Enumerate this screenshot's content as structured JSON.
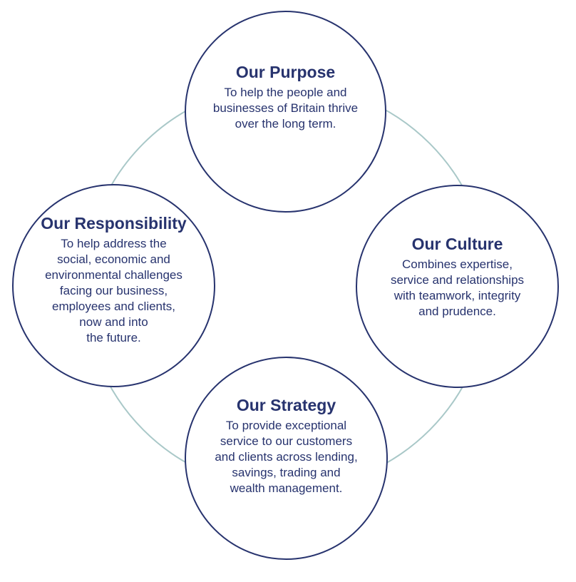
{
  "colors": {
    "navy": "#27336e",
    "ring": "#a9c8c8",
    "background": "#ffffff"
  },
  "nodes": {
    "purpose": {
      "title": "Our Purpose",
      "lines": [
        "To help the people and",
        "businesses of Britain thrive",
        "over the long term."
      ]
    },
    "culture": {
      "title": "Our Culture",
      "lines": [
        "Combines expertise,",
        "service and relationships",
        "with teamwork, integrity",
        "and prudence."
      ]
    },
    "strategy": {
      "title": "Our Strategy",
      "lines": [
        "To provide exceptional",
        "service to our customers",
        "and clients across lending,",
        "savings, trading and",
        "wealth management."
      ]
    },
    "responsibility": {
      "title": "Our Responsibility",
      "lines": [
        "To help address the",
        "social, economic and",
        "environmental challenges",
        "facing our business,",
        "employees and clients,",
        "now and into",
        "the future."
      ]
    }
  }
}
